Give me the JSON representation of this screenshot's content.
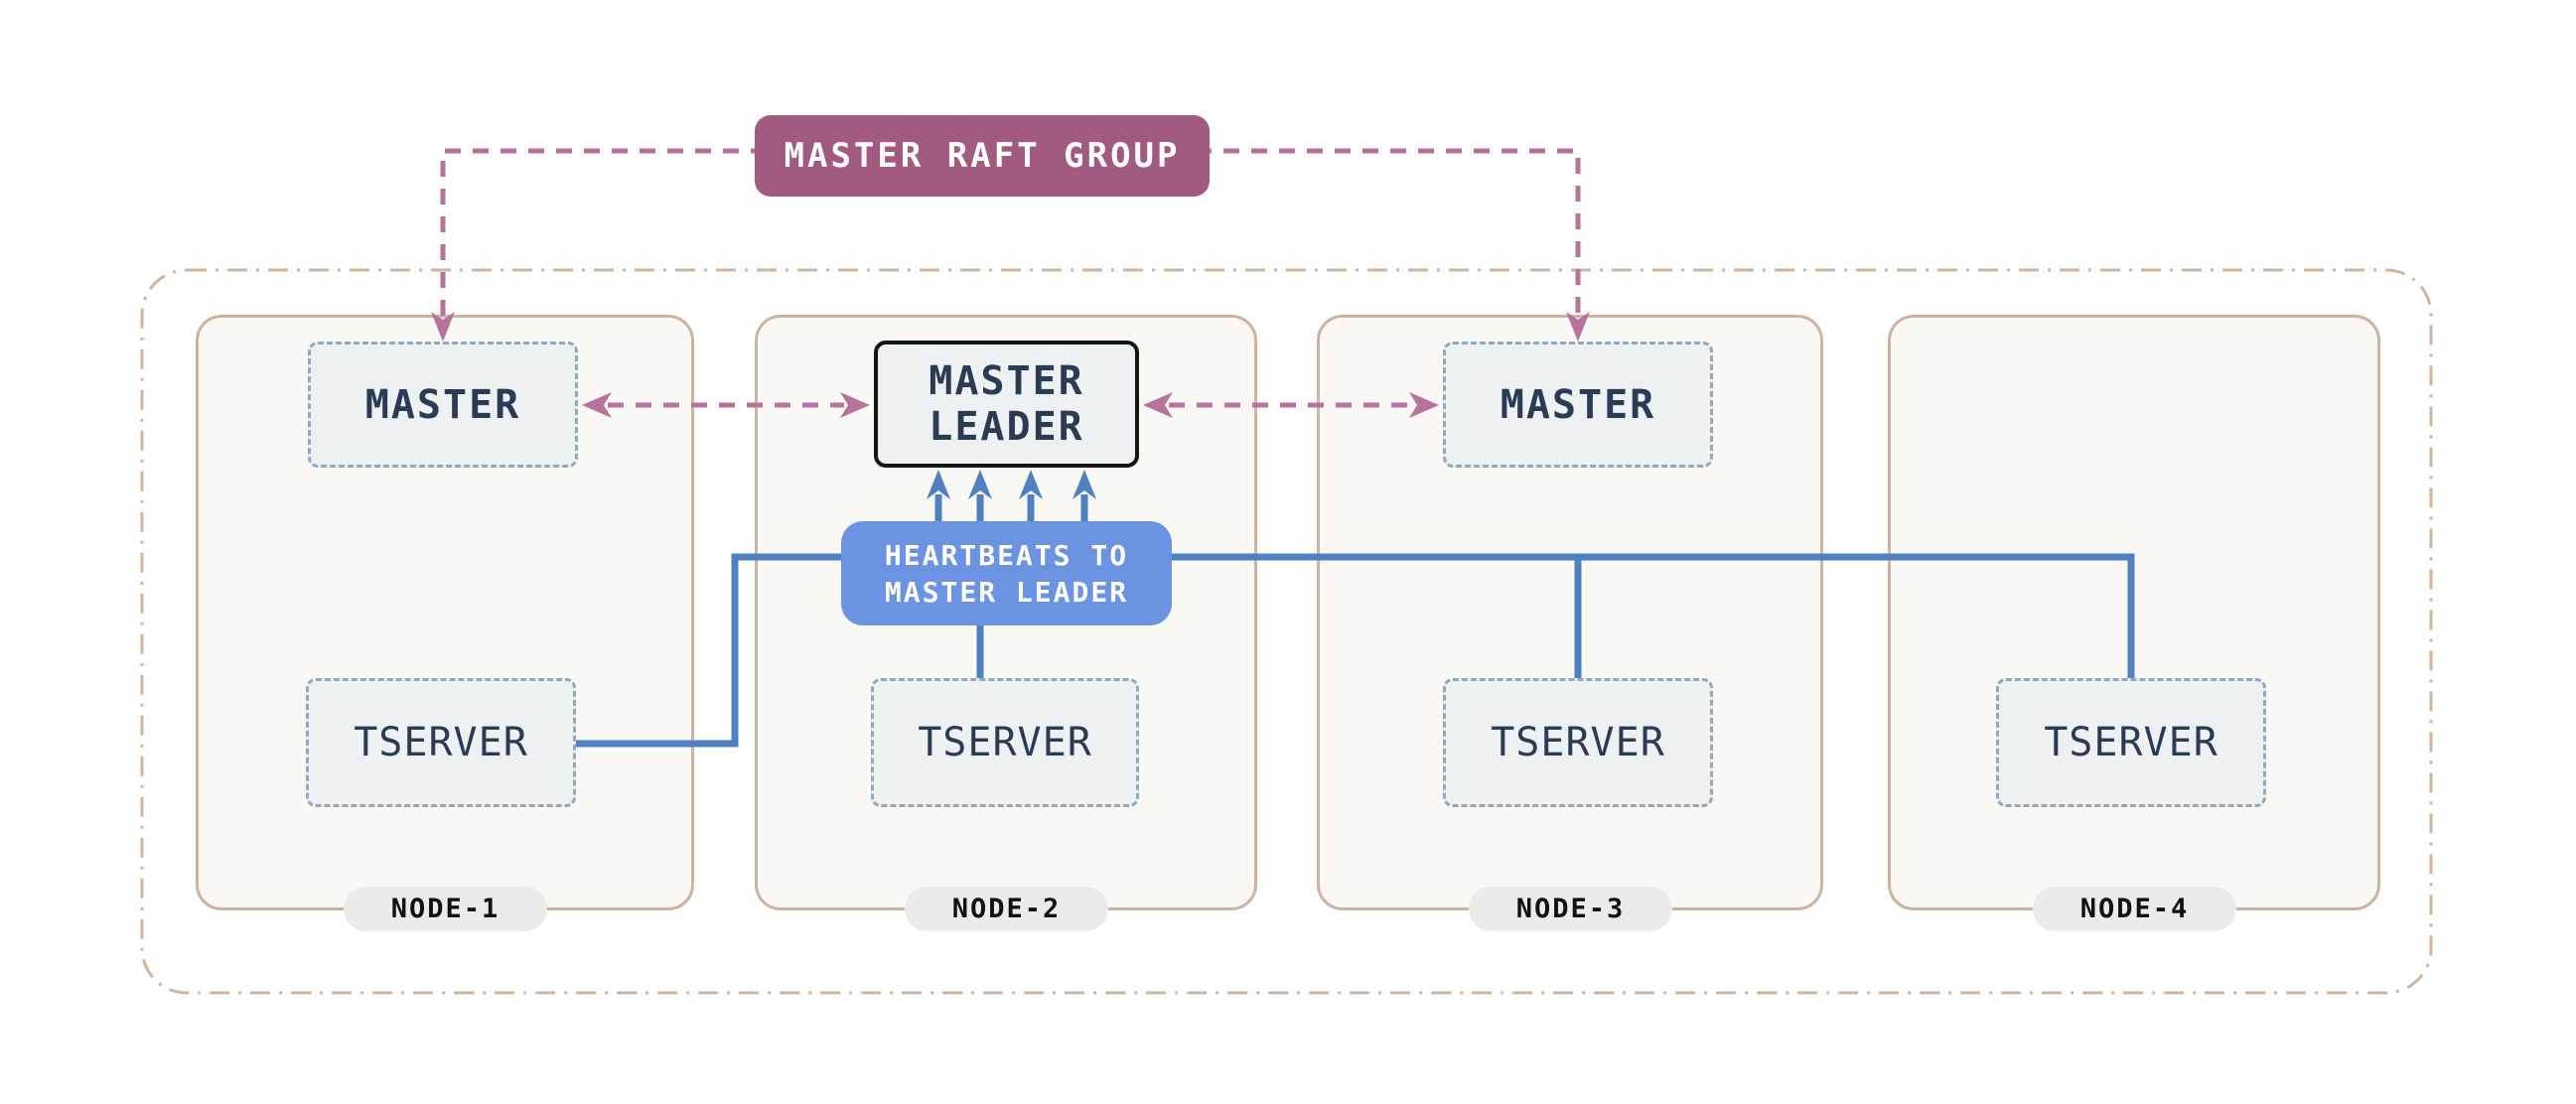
{
  "title_badge": {
    "label": "MASTER RAFT GROUP"
  },
  "heartbeats_badge": {
    "line1": "HEARTBEATS TO",
    "line2": "MASTER LEADER"
  },
  "master_leader": {
    "line1": "MASTER",
    "line2": "LEADER"
  },
  "nodes": [
    {
      "label": "NODE-1",
      "master_label": "MASTER",
      "tserver_label": "TSERVER"
    },
    {
      "label": "NODE-2",
      "tserver_label": "TSERVER"
    },
    {
      "label": "NODE-3",
      "master_label": "MASTER",
      "tserver_label": "TSERVER"
    },
    {
      "label": "NODE-4",
      "tserver_label": "TSERVER"
    }
  ],
  "colors": {
    "page_bg": "#ffffff",
    "pink_fill": "#a25b80",
    "pink_line": "#b6739b",
    "hb_fill": "#6b93e2",
    "blue_line": "#4e80c2",
    "node_border": "#ccb3a2",
    "node_fill": "#faf8f5",
    "outer_border": "#cdb5a1",
    "box_border": "#92a9bd",
    "box_fill": "#edf1f2",
    "ml_border": "#151515",
    "text_navy": "#2b3b54",
    "pill_fill": "#ebebeb",
    "pill_text": "#111111"
  }
}
